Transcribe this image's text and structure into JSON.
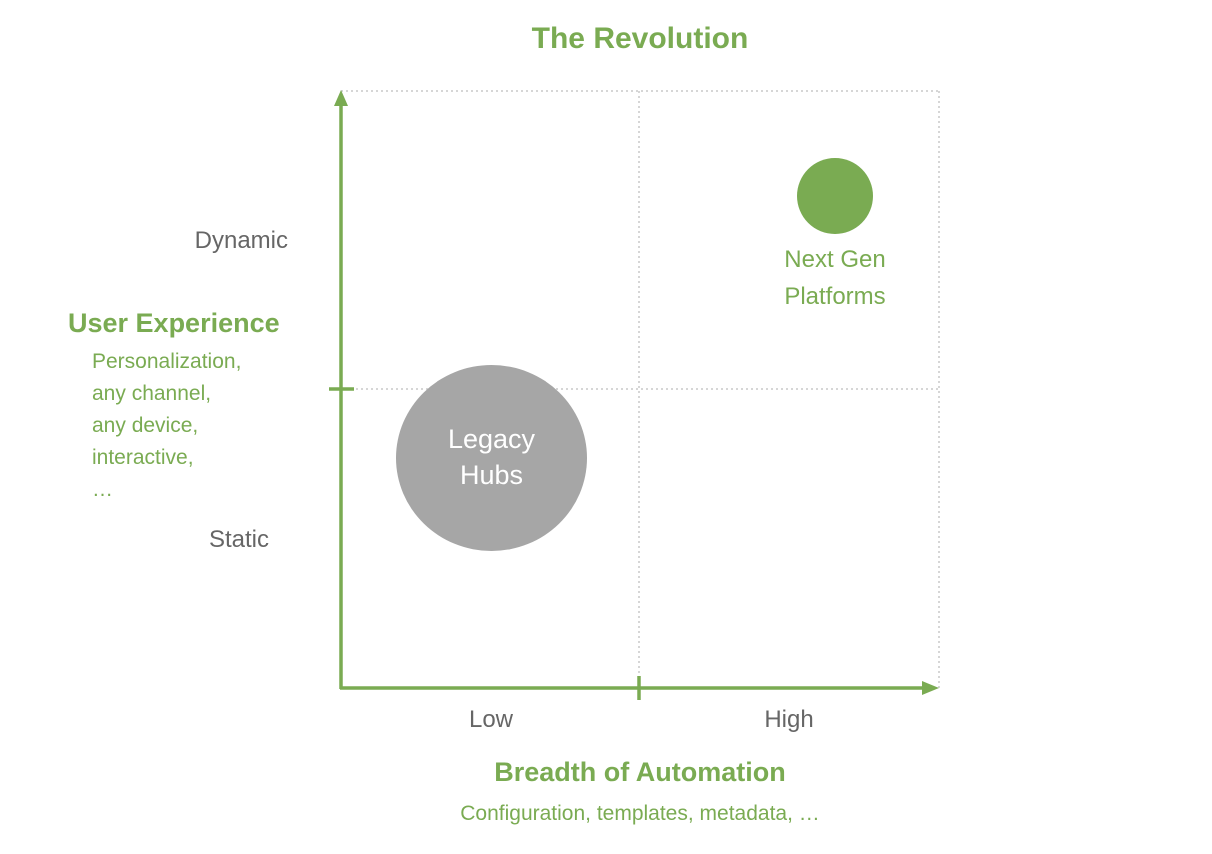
{
  "title": "The Revolution",
  "colors": {
    "accent_green": "#7aab52",
    "legacy_gray": "#a6a6a6",
    "axis_label_gray": "#666666",
    "grid_gray": "#c8c8c8"
  },
  "y_axis": {
    "title": "User Experience",
    "description": "Personalization, any channel, any device, interactive, …",
    "tick_high": "Dynamic",
    "tick_low": "Static"
  },
  "x_axis": {
    "title": "Breadth of Automation",
    "description": "Configuration, templates, metadata, …",
    "tick_low": "Low",
    "tick_high": "High"
  },
  "items": {
    "legacy": {
      "label": "Legacy Hubs"
    },
    "next_gen": {
      "label": "Next Gen Platforms"
    }
  }
}
